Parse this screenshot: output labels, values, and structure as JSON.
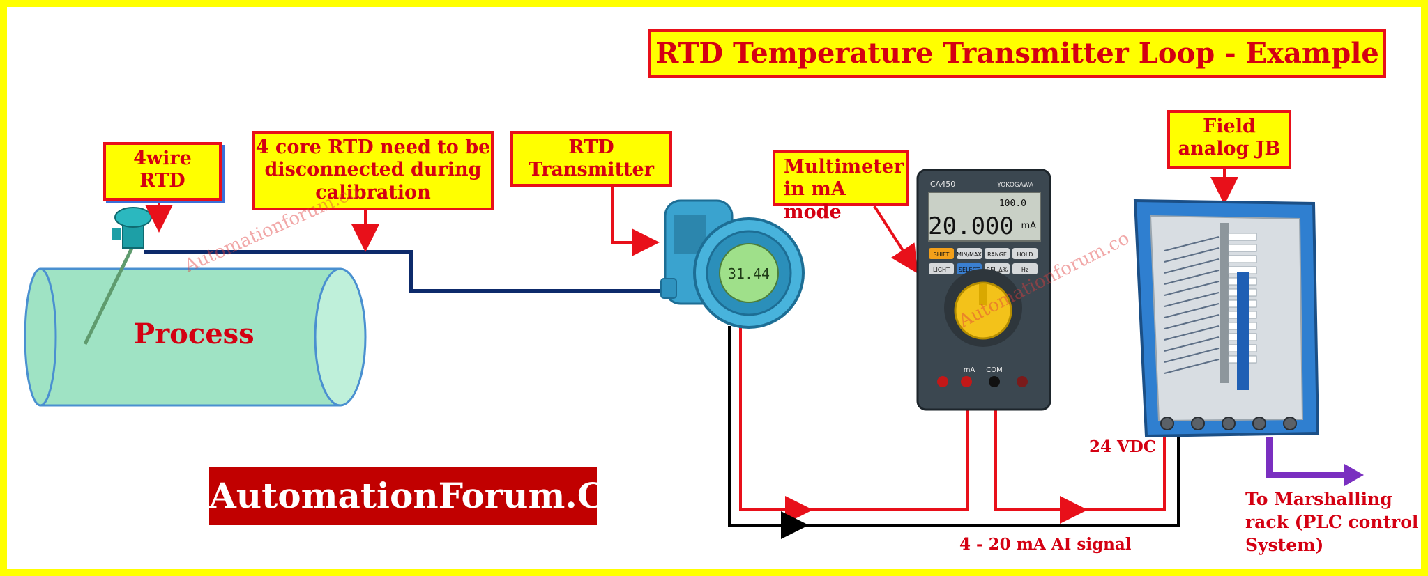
{
  "diagram": {
    "title": "RTD Temperature Transmitter Loop - Example",
    "callouts": {
      "rtd_line1": "4wire",
      "rtd_line2": "RTD",
      "core_line1": "4 core RTD need to be",
      "core_line2": "disconnected during",
      "core_line3": "calibration",
      "transmitter_line1": "RTD",
      "transmitter_line2": "Transmitter",
      "multimeter_line1": "Multimeter",
      "multimeter_line2": "in mA mode",
      "jb_line1": "Field",
      "jb_line2": "analog JB"
    },
    "labels": {
      "process": "Process",
      "supply": "24 VDC",
      "signal": "4 - 20 mA AI signal",
      "marshalling_line1": "To Marshalling",
      "marshalling_line2": "rack (PLC control",
      "marshalling_line3": "System)"
    },
    "brand": "AutomationForum.Co",
    "watermark": "Automationforum.co",
    "devices": {
      "transmitter_display": "31.44",
      "multimeter_brand": "CA450",
      "multimeter_maker": "YOKOGAWA",
      "multimeter_range": "100.0",
      "multimeter_reading": "20.000",
      "multimeter_unit": "mA",
      "multimeter_buttons": [
        "SHIFT",
        "MIN/MAX",
        "RANGE",
        "HOLD",
        "LIGHT",
        "SELECT",
        "REL.Δ%",
        "Hz"
      ],
      "multimeter_terminal_ma": "mA",
      "multimeter_terminal_com": "COM"
    },
    "colors": {
      "title_fill": "#ffff00",
      "accent_red": "#e8101a",
      "rtd_cable": "#0d2a6b",
      "signal_wire": "#e8101a",
      "return_wire": "#000000",
      "plc_arrow": "#7a2fc0",
      "device_blue": "#3aa3cf",
      "process_vessel": "#9fe3c4"
    }
  }
}
